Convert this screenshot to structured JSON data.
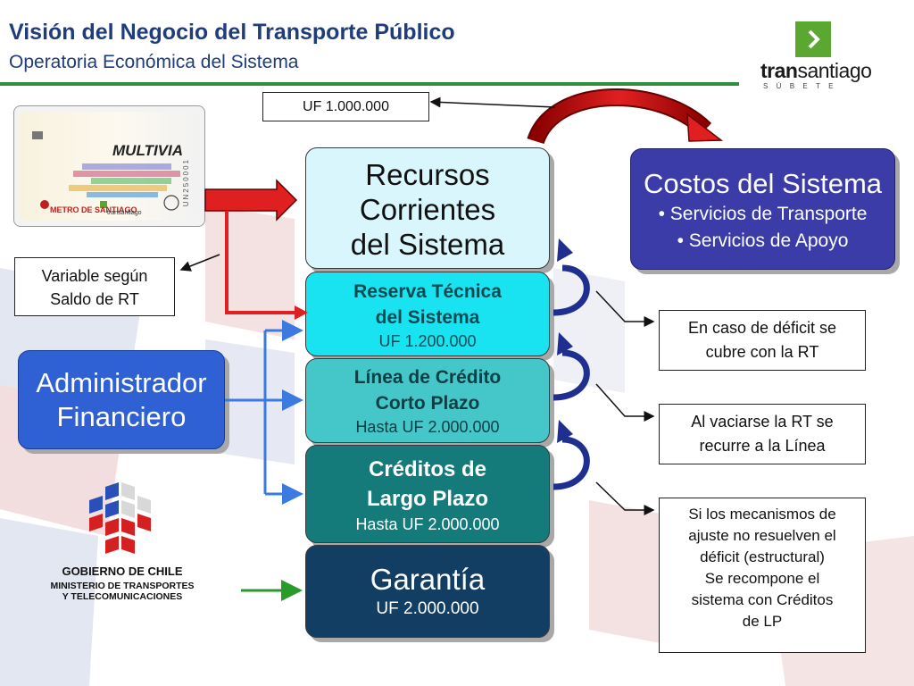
{
  "header": {
    "title": "Visión del Negocio del Transporte Público",
    "subtitle": "Operatoria Económica del Sistema"
  },
  "logo": {
    "brand_bold": "tran",
    "brand_rest": "santiago",
    "tagline": "SÚBETE",
    "icon": "chevron-right-icon",
    "color": "#5aa832"
  },
  "card": {
    "brand": "MULTIVIA",
    "metro": "METRO DE SANTIAGO",
    "transantiago": "transantiago",
    "serial": "UN250001"
  },
  "uf_top": {
    "label": "UF 1.000.000"
  },
  "variable_box": {
    "line1": "Variable según",
    "line2": "Saldo de RT"
  },
  "administrador": {
    "line1": "Administrador",
    "line2": "Financiero",
    "color": "#2f60d4"
  },
  "stack": {
    "recursos": {
      "line1": "Recursos",
      "line2": "Corrientes",
      "line3": "del Sistema",
      "color": "#d8f6fb"
    },
    "reserva": {
      "line1": "Reserva Técnica",
      "line2": "del Sistema",
      "amount": "UF 1.200.000",
      "color": "#19e3f0"
    },
    "linea": {
      "line1": "Línea de Crédito",
      "line2": "Corto Plazo",
      "amount": "Hasta UF 2.000.000",
      "color": "#45c6c9"
    },
    "creditos": {
      "line1": "Créditos de",
      "line2": "Largo Plazo",
      "amount": "Hasta UF 2.000.000",
      "color": "#147a7a"
    },
    "garantia": {
      "line1": "Garantía",
      "amount": "UF 2.000.000",
      "color": "#133e64"
    }
  },
  "costos": {
    "title": "Costos del Sistema",
    "item1": "• Servicios de Transporte",
    "item2": "• Servicios de Apoyo",
    "color": "#3c3ca8"
  },
  "notes": {
    "deficit": {
      "line1": "En caso de déficit se",
      "line2": "cubre con la RT"
    },
    "vaciarse": {
      "line1": "Al vaciarse la RT se",
      "line2": "recurre a la Línea"
    },
    "mecanismos": {
      "line1": "Si los mecanismos de",
      "line2": "ajuste no resuelven el",
      "line3": "déficit (estructural)",
      "line4": "Se recompone el",
      "line5": "sistema con Créditos",
      "line6": "de LP"
    }
  },
  "gobierno": {
    "title": "GOBIERNO DE CHILE",
    "sub1": "MINISTERIO DE TRANSPORTES",
    "sub2": "Y TELECOMUNICACIONES"
  }
}
